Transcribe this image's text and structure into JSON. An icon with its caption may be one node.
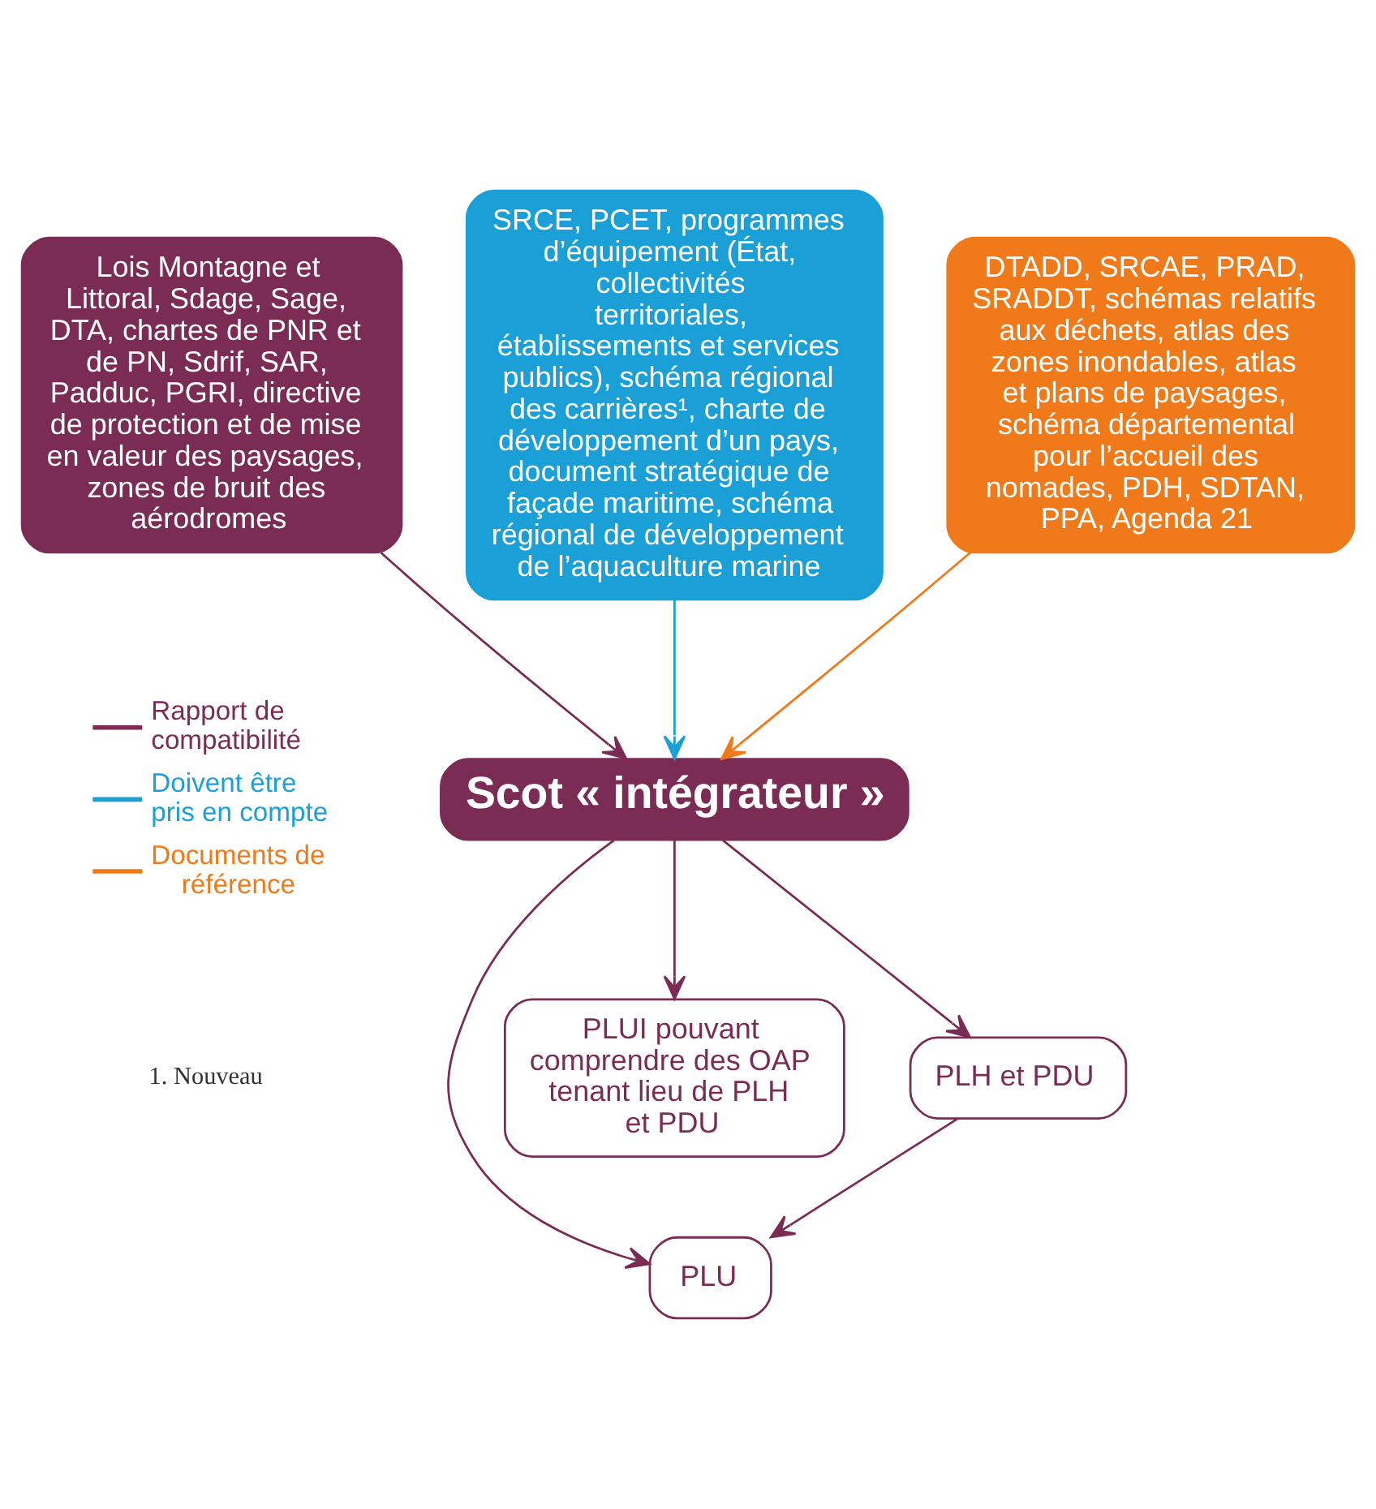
{
  "diagram": {
    "nodes": [
      {
        "text": [
          "Lois Montagne et Littoral, Sdage, Sage, DTA, chartes de PNR et de PN, Sdrif, SAR, Padduc, PGRI, directive de protection et de mise en valeur des paysages, zones de bruit des aérodromes"
        ]
      },
      {
        "text": [
          "SRCE, PCET, programmes d’équipement (État, collectivités territoriales, établissements et services publics), schéma régional des carrières¹, charte de développement d’un pays, document stratégique de façade maritime, schéma régional de développement de l’aquaculture marine"
        ]
      },
      {
        "text": [
          "DTADD, SRCAE, PRAD, SRADDT, schémas relatifs aux déchets, atlas des zones inondables, atlas et plans de paysages, schéma départemental pour l’accueil des nomades, PDH, SDTAN, PPA, Agenda 21"
        ]
      },
      {
        "text": [
          "Scot « intégrateur »"
        ]
      },
      {
        "text": [
          "PLH et PDU"
        ]
      },
      {
        "text": [
          "PLU"
        ]
      },
      {
        "text": [
          "PLUI pouvant comprendre des OAP tenant lieu de PLH et PDU"
        ]
      }
    ],
    "edges": [
      {
        "from": 0,
        "to": 3,
        "arrow": "to"
      },
      {
        "from": 1,
        "to": 3,
        "arrow": "to",
        "color": "#1a9fd6"
      },
      {
        "from": 2,
        "to": 3,
        "arrow": "to",
        "color": "#f07a1a"
      },
      {
        "from": 3,
        "to": 4,
        "arrow": "to"
      },
      {
        "from": 4,
        "to": 5,
        "arrow": "to"
      },
      {
        "from": 3,
        "to": 5,
        "arrow": "to"
      },
      {
        "from": 3,
        "to": 6,
        "arrow": "to"
      }
    ],
    "labels": [
      "1. Nouveau"
    ],
    "legend": [
      {
        "text": "Rapport de compatibilité"
      },
      {
        "text": "Doivent être pris en compte"
      },
      {
        "text": "Documents de référence"
      }
    ]
  }
}
